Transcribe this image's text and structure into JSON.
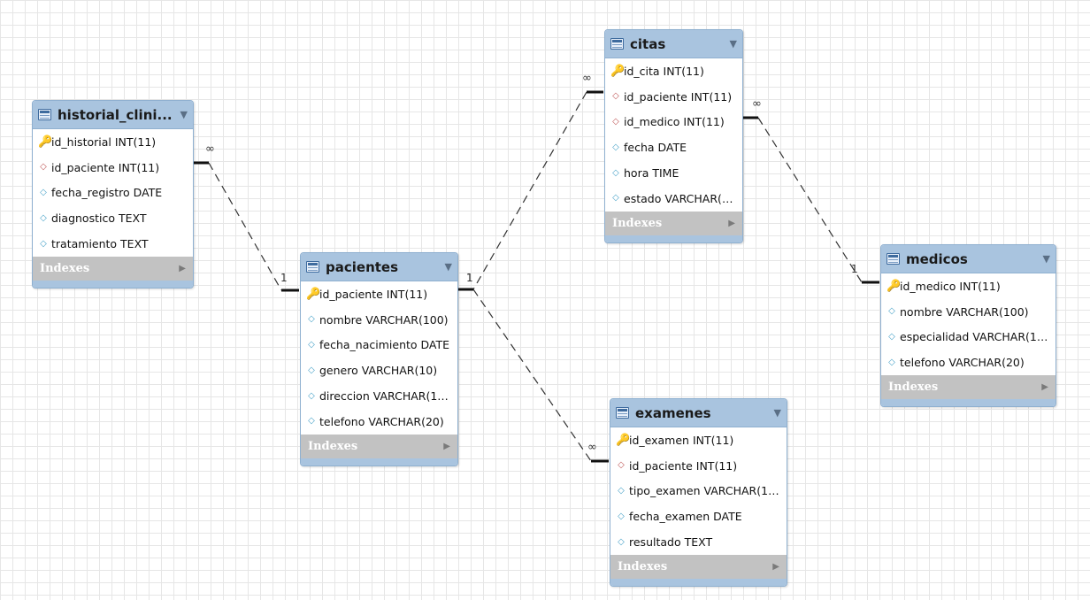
{
  "tables": [
    {
      "id": "historial_clinico",
      "title": "historial_clini...",
      "indexes_label": "Indexes",
      "columns": [
        {
          "icon": "primary-key-icon",
          "text": "id_historial INT(11)"
        },
        {
          "icon": "foreign-key-icon",
          "text": "id_paciente INT(11)"
        },
        {
          "icon": "column-icon",
          "text": "fecha_registro DATE"
        },
        {
          "icon": "column-icon",
          "text": "diagnostico TEXT"
        },
        {
          "icon": "column-icon",
          "text": "tratamiento TEXT"
        }
      ]
    },
    {
      "id": "pacientes",
      "title": "pacientes",
      "indexes_label": "Indexes",
      "columns": [
        {
          "icon": "primary-key-icon",
          "text": "id_paciente INT(11)"
        },
        {
          "icon": "column-icon",
          "text": "nombre VARCHAR(100)"
        },
        {
          "icon": "column-icon",
          "text": "fecha_nacimiento DATE"
        },
        {
          "icon": "column-icon",
          "text": "genero VARCHAR(10)"
        },
        {
          "icon": "column-icon",
          "text": "direccion VARCHAR(15..."
        },
        {
          "icon": "column-icon",
          "text": "telefono VARCHAR(20)"
        }
      ]
    },
    {
      "id": "citas",
      "title": "citas",
      "indexes_label": "Indexes",
      "columns": [
        {
          "icon": "primary-key-icon",
          "text": "id_cita INT(11)"
        },
        {
          "icon": "foreign-key-icon",
          "text": "id_paciente INT(11)"
        },
        {
          "icon": "foreign-key-icon",
          "text": "id_medico INT(11)"
        },
        {
          "icon": "column-icon",
          "text": "fecha DATE"
        },
        {
          "icon": "column-icon",
          "text": "hora TIME"
        },
        {
          "icon": "column-icon",
          "text": "estado VARCHAR(2..."
        }
      ]
    },
    {
      "id": "medicos",
      "title": "medicos",
      "indexes_label": "Indexes",
      "columns": [
        {
          "icon": "primary-key-icon",
          "text": "id_medico INT(11)"
        },
        {
          "icon": "column-icon",
          "text": "nombre VARCHAR(100)"
        },
        {
          "icon": "column-icon",
          "text": "especialidad VARCHAR(10..."
        },
        {
          "icon": "column-icon",
          "text": "telefono VARCHAR(20)"
        }
      ]
    },
    {
      "id": "examenes",
      "title": "examenes",
      "indexes_label": "Indexes",
      "columns": [
        {
          "icon": "primary-key-icon",
          "text": "id_examen INT(11)"
        },
        {
          "icon": "foreign-key-icon",
          "text": "id_paciente INT(11)"
        },
        {
          "icon": "column-icon",
          "text": "tipo_examen VARCHAR(10..."
        },
        {
          "icon": "column-icon",
          "text": "fecha_examen DATE"
        },
        {
          "icon": "column-icon",
          "text": "resultado TEXT"
        }
      ]
    }
  ],
  "relationships": [
    {
      "id": "historial-pacientes",
      "from": "historial_clinico",
      "to": "pacientes",
      "many_label": "∞",
      "one_label": "1"
    },
    {
      "id": "citas-pacientes",
      "from": "citas",
      "to": "pacientes",
      "many_label": "∞",
      "one_label": "1"
    },
    {
      "id": "citas-medicos",
      "from": "citas",
      "to": "medicos",
      "many_label": "∞",
      "one_label": "1"
    },
    {
      "id": "examenes-pacientes",
      "from": "examenes",
      "to": "pacientes",
      "many_label": "∞",
      "one_label": "1"
    }
  ]
}
